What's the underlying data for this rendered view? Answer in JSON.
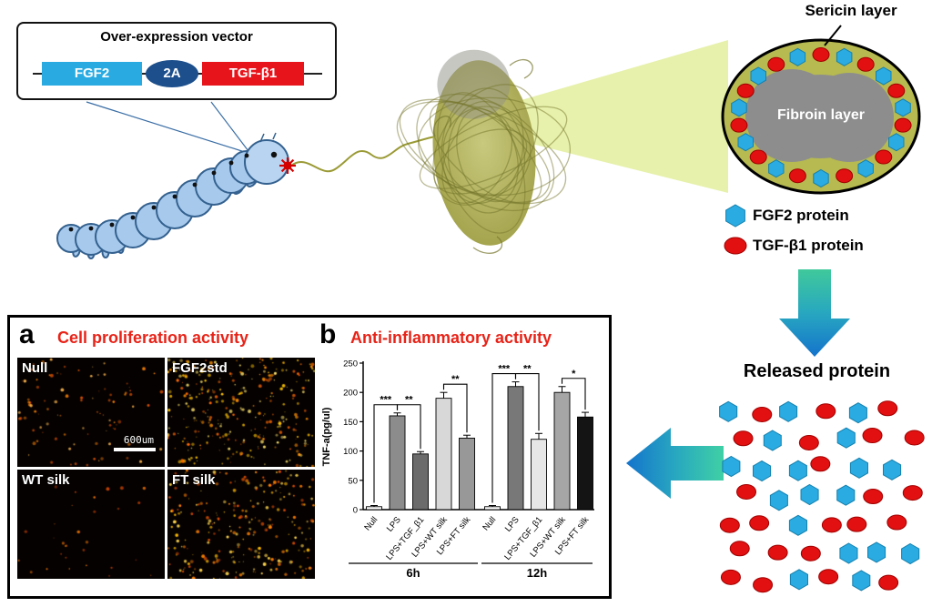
{
  "colors": {
    "fgf2_protein": "#2aabe2",
    "tgfb1_protein": "#e21010",
    "panel_title_red": "#e82318",
    "arrow_teal": "#3fc99b",
    "arrow_blue": "#1473cc",
    "sericin_ring": "#b6ba50",
    "fibroin_gray": "#8d8d8d"
  },
  "vector": {
    "title": "Over-expression vector",
    "genes": [
      {
        "label": "FGF2",
        "color": "#29abe2"
      },
      {
        "label": "2A",
        "color": "#1c4f8c"
      },
      {
        "label": "TGF-β1",
        "color": "#e8141c"
      }
    ]
  },
  "cross_section": {
    "sericin_label": "Sericin layer",
    "fibroin_label": "Fibroin layer"
  },
  "legend": {
    "fgf2": "FGF2 protein",
    "tgfb1": "TGF-β1 protein"
  },
  "released_protein_label": "Released protein",
  "panel_a": {
    "letter": "a",
    "title": "Cell proliferation activity",
    "scale_bar": "600um",
    "images": [
      {
        "label": "Null",
        "dots": 95
      },
      {
        "label": "FGF2std",
        "dots": 310
      },
      {
        "label": "WT silk",
        "dots": 30
      },
      {
        "label": "FT silk",
        "dots": 260
      }
    ]
  },
  "panel_b": {
    "letter": "b",
    "title": "Anti-inflammatory activity"
  },
  "chart_data": {
    "type": "bar",
    "title": "Anti-inflammatory activity",
    "ylabel": "TNF-a(pg/ul)",
    "ylim": [
      0,
      250
    ],
    "yticks": [
      0,
      50,
      100,
      150,
      200,
      250
    ],
    "grid": false,
    "legend_position": "none",
    "categories": [
      "Null",
      "LPS",
      "LPS+TGF_β1",
      "LPS+WT silk",
      "LPS+FT silk"
    ],
    "groups": [
      {
        "label": "6h",
        "values": [
          5,
          160,
          95,
          190,
          122
        ],
        "errors": [
          2,
          5,
          4,
          10,
          5
        ],
        "bar_colors": [
          "#ffffff",
          "#8c8c8c",
          "#6b6b6b",
          "#d8d8d8",
          "#989898"
        ]
      },
      {
        "label": "12h",
        "values": [
          5,
          210,
          120,
          200,
          158
        ],
        "errors": [
          2,
          8,
          10,
          10,
          8
        ],
        "bar_colors": [
          "#ffffff",
          "#787878",
          "#e6e6e6",
          "#a6a6a6",
          "#141414"
        ]
      }
    ],
    "significance": [
      {
        "group": 0,
        "from": 0,
        "to": 1,
        "label": "***"
      },
      {
        "group": 0,
        "from": 1,
        "to": 2,
        "label": "**"
      },
      {
        "group": 0,
        "from": 3,
        "to": 4,
        "label": "**"
      },
      {
        "group": 1,
        "from": 0,
        "to": 1,
        "label": "***"
      },
      {
        "group": 1,
        "from": 1,
        "to": 2,
        "label": "**"
      },
      {
        "group": 1,
        "from": 3,
        "to": 4,
        "label": "*"
      }
    ]
  }
}
